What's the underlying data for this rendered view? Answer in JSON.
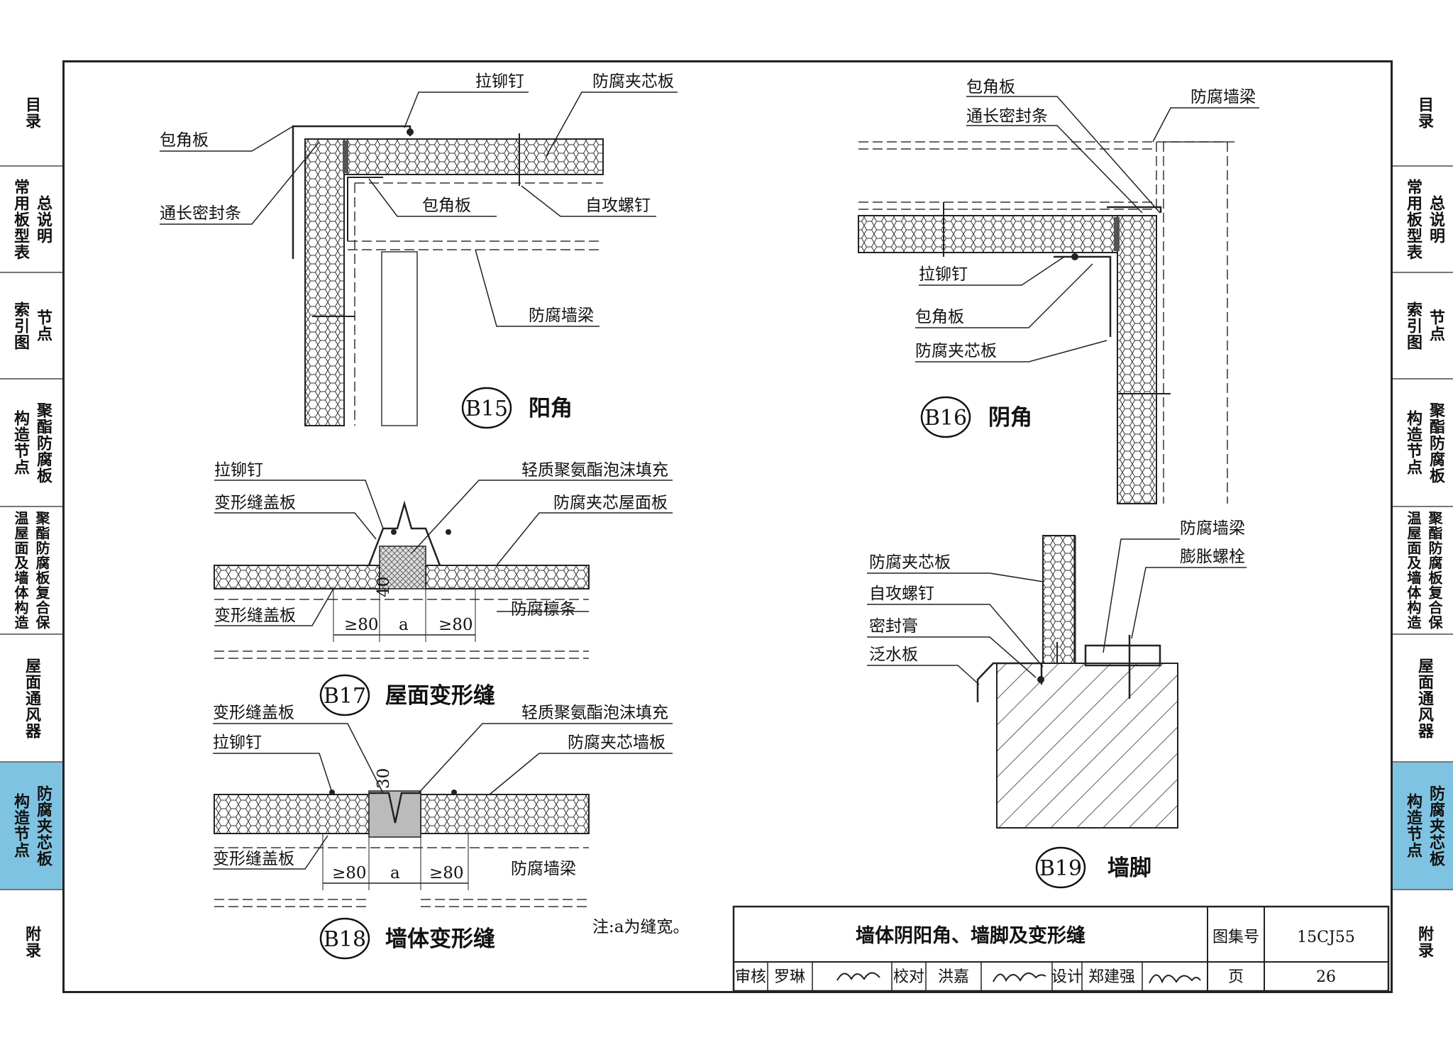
{
  "left_tabs": [
    {
      "cols": [
        "目录"
      ],
      "active": false
    },
    {
      "cols": [
        "常用板型表",
        "总说明"
      ],
      "active": false
    },
    {
      "cols": [
        "索引图",
        "节点"
      ],
      "active": false
    },
    {
      "cols": [
        "构造节点",
        "聚酯防腐板"
      ],
      "active": false
    },
    {
      "cols": [
        "温屋面及墙体构造",
        "聚酯防腐板复合保"
      ],
      "active": false
    },
    {
      "cols": [
        "屋面通风器"
      ],
      "active": false
    },
    {
      "cols": [
        "构造节点",
        "防腐夹芯板"
      ],
      "active": true
    },
    {
      "cols": [
        "附录"
      ],
      "active": false
    }
  ],
  "labels": {
    "b15_lameding": "拉铆钉",
    "b15_fangfu": "防腐夹芯板",
    "b15_baojiao1": "包角板",
    "b15_tongchang": "通长密封条",
    "b15_baojiao2": "包角板",
    "b15_zigong": "自攻螺钉",
    "b15_qiangliang": "防腐墙梁",
    "b16_baojiao": "包角板",
    "b16_tongchang": "通长密封条",
    "b16_qiangliang": "防腐墙梁",
    "b16_lameding": "拉铆钉",
    "b16_baojiao2": "包角板",
    "b16_fangfu": "防腐夹芯板",
    "b17_lameding": "拉铆钉",
    "b17_qingzhi": "轻质聚氨酯泡沫填充",
    "b17_bianxing": "变形缝盖板",
    "b17_wumian": "防腐夹芯屋面板",
    "b17_bianxing2": "变形缝盖板",
    "b17_lintiao": "防腐檩条",
    "b17_dim_left": "≥80",
    "b17_dim_a": "a",
    "b17_dim_right": "≥80",
    "b17_dim_40": "40",
    "b18_bianxing": "变形缝盖板",
    "b18_qingzhi": "轻质聚氨酯泡沫填充",
    "b18_lameding": "拉铆钉",
    "b18_qiangban": "防腐夹芯墙板",
    "b18_bianxing2": "变形缝盖板",
    "b18_qiangliang": "防腐墙梁",
    "b18_dim_left": "≥80",
    "b18_dim_a": "a",
    "b18_dim_right": "≥80",
    "b18_dim_30": "30",
    "b19_fangfu": "防腐夹芯板",
    "b19_zigong": "自攻螺钉",
    "b19_mifeng": "密封膏",
    "b19_fanshui": "泛水板",
    "b19_qiangliang": "防腐墙梁",
    "b19_pengzhang": "膨胀螺栓"
  },
  "details": {
    "b15": {
      "code": "B15",
      "title": "阳角"
    },
    "b16": {
      "code": "B16",
      "title": "阴角"
    },
    "b17": {
      "code": "B17",
      "title": "屋面变形缝"
    },
    "b18": {
      "code": "B18",
      "title": "墙体变形缝"
    },
    "b19": {
      "code": "B19",
      "title": "墙脚"
    }
  },
  "note": "注:a为缝宽。",
  "title_block": {
    "title": "墙体阴阳角、墙脚及变形缝",
    "atlas_label": "图集号",
    "atlas_no": "15CJ55",
    "review_label": "审核",
    "reviewer": "罗琳",
    "check_label": "校对",
    "checker": "洪嘉",
    "design_label": "设计",
    "designer": "郑建强",
    "page_label": "页",
    "page_no": "26"
  }
}
